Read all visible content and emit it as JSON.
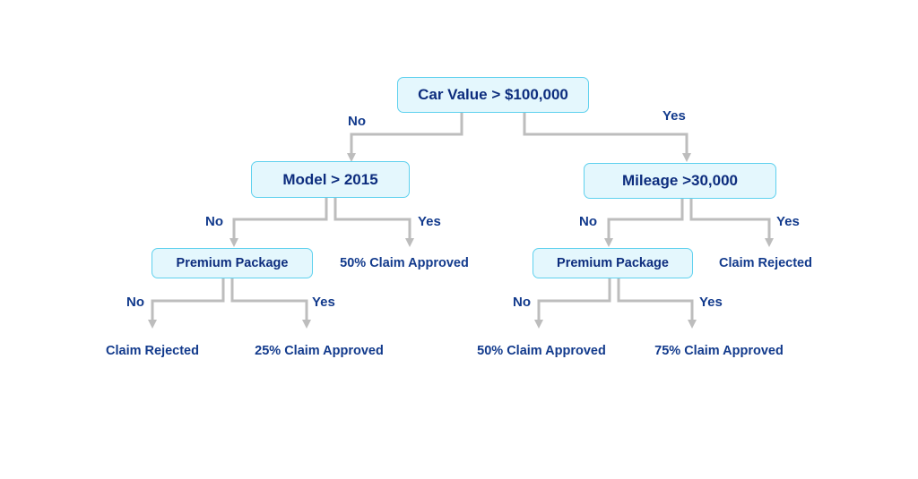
{
  "tree": {
    "root": {
      "label": "Car Value > $100,000",
      "no_label": "No",
      "yes_label": "Yes",
      "no_branch": {
        "label": "Model > 2015",
        "no_label": "No",
        "yes_label": "Yes",
        "yes_leaf": "50% Claim Approved",
        "no_branch": {
          "label": "Premium Package",
          "no_label": "No",
          "yes_label": "Yes",
          "no_leaf": "Claim Rejected",
          "yes_leaf": "25% Claim Approved"
        }
      },
      "yes_branch": {
        "label": "Mileage >30,000",
        "no_label": "No",
        "yes_label": "Yes",
        "yes_leaf": "Claim Rejected",
        "no_branch": {
          "label": "Premium Package",
          "no_label": "No",
          "yes_label": "Yes",
          "no_leaf": "50% Claim Approved",
          "yes_leaf": "75% Claim Approved"
        }
      }
    }
  },
  "colors": {
    "node_fill": "#e4f7fd",
    "node_border": "#5fd1ee",
    "text": "#0d2d7e",
    "connector": "#bdbdbd"
  }
}
